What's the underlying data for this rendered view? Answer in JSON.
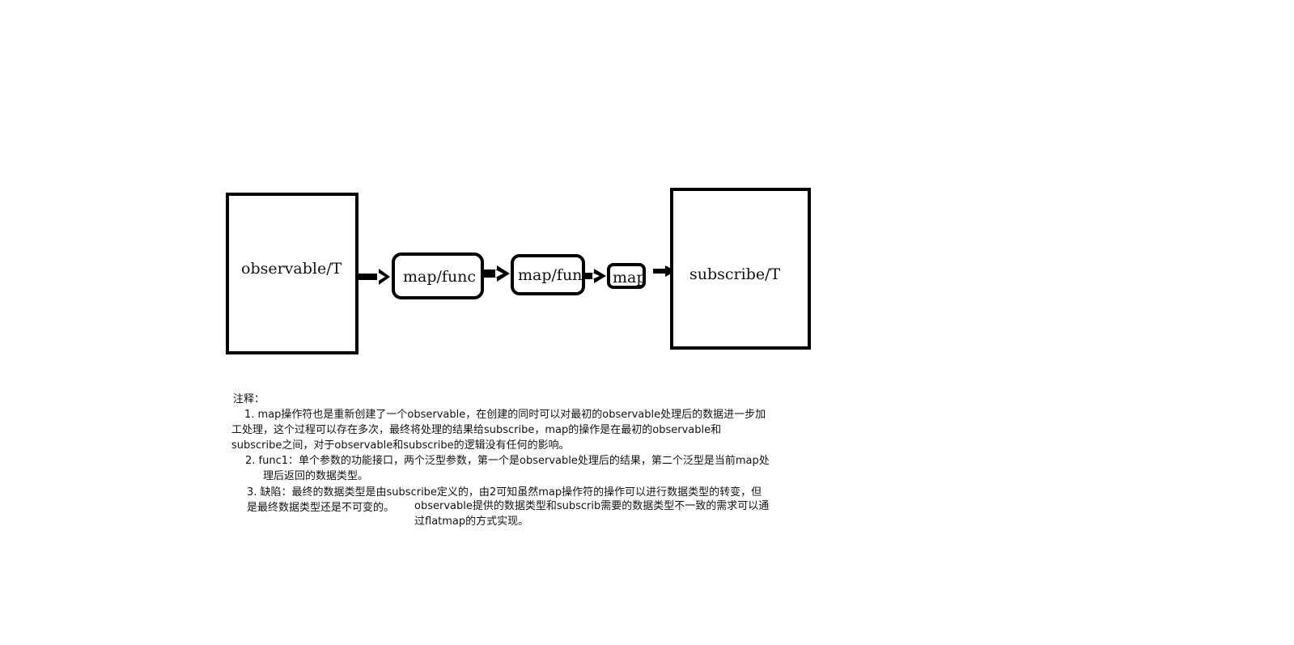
{
  "diagram": {
    "boxes": {
      "observable": "observable/T",
      "map1": "map/func",
      "map2": "map/fun",
      "map3": "map",
      "subscribe": "subscribe/T"
    }
  },
  "notes": {
    "title": "注释：",
    "item1": {
      "line1": "1. map操作符也是重新创建了一个observable，在创建的同时可以对最初的observable处理后的数据进一步加",
      "line2": "工处理，这个过程可以存在多次，最终将处理的结果给subscribe，map的操作是在最初的observable和",
      "line3": "subscribe之间，对于observable和subscribe的逻辑没有任何的影响。"
    },
    "item2": {
      "line1": "2. func1：单个参数的功能接口，两个泛型参数，第一个是observable处理后的结果，第二个泛型是当前map处",
      "line2": "理后返回的数据类型。"
    },
    "item3": {
      "line1": "3. 缺陷：最终的数据类型是由subscribe定义的，由2可知虽然map操作符的操作可以进行数据类型的转变，但",
      "line2": "是最终数据类型还是不可变的。",
      "line3": "observable提供的数据类型和subscrib需要的数据类型不一致的需求可以通",
      "line4": "过flatmap的方式实现。"
    }
  }
}
